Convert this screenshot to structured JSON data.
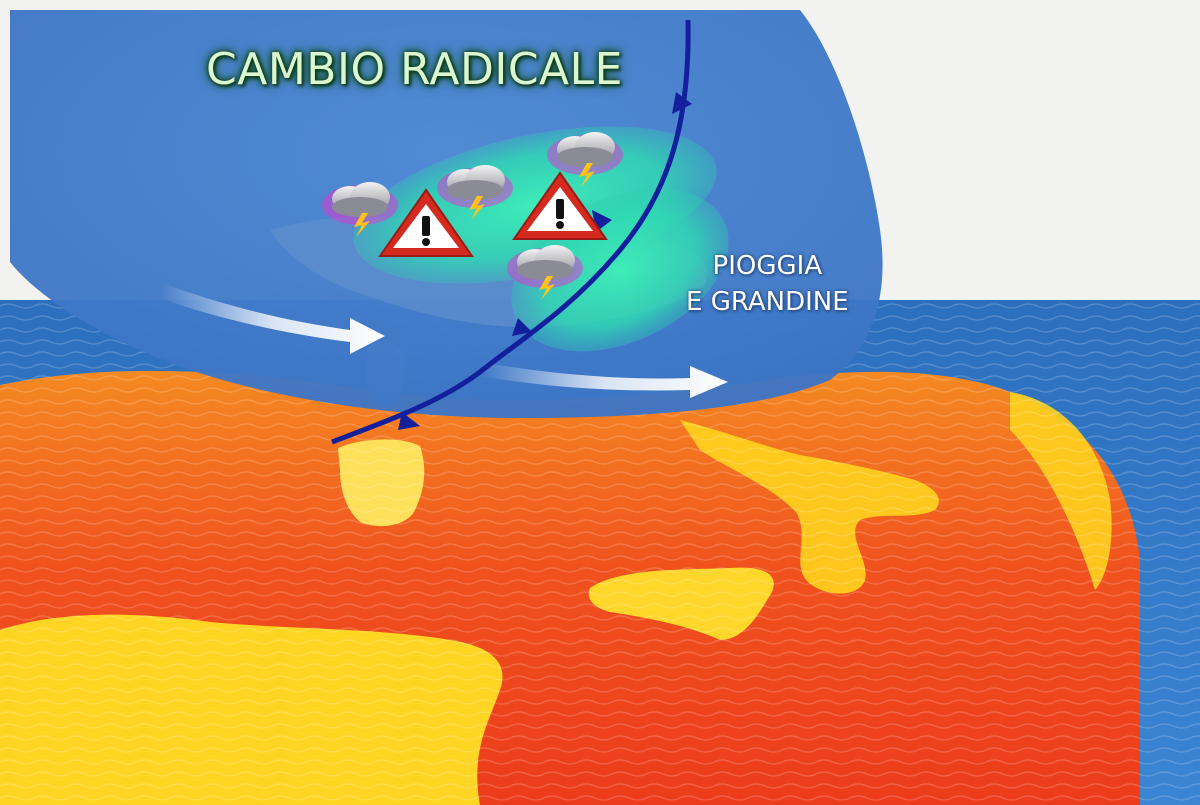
{
  "map": {
    "title": "CAMBIO RADICALE",
    "annotation": {
      "line1": "PIOGGIA",
      "line2": "E GRANDINE"
    },
    "icons": {
      "storm": "thunderstorm-cloud-icon",
      "warning": "warning-triangle-icon",
      "arrow": "wind-arrow-icon"
    },
    "colors": {
      "low_pressure_area": "#3f79c8",
      "sea": "#2e74c4",
      "heat_orange": "#f26a1c",
      "heat_red": "#e8391f",
      "heat_yellow": "#ffd21e",
      "storm_zone": "#2fe6b4",
      "cold_front": "#14229e",
      "warning_red": "#d42a1f"
    }
  }
}
